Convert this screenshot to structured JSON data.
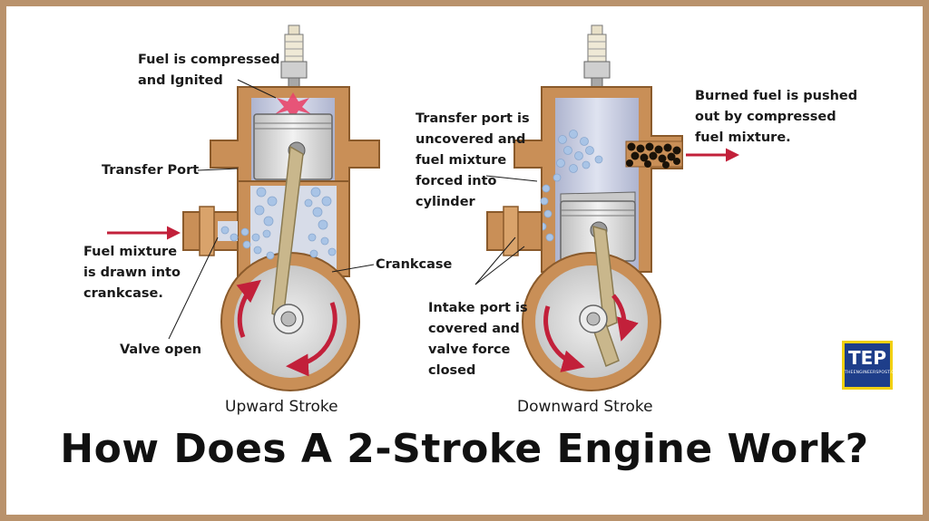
{
  "title": "How Does A 2-Stroke Engine Work?",
  "logo": {
    "mark": "TEP",
    "site": "THEENGINEERSPOST.COM"
  },
  "upward": {
    "caption": "Upward Stroke",
    "labels": {
      "compressed": [
        "Fuel is compressed",
        "and Ignited"
      ],
      "transfer": [
        "Transfer Port"
      ],
      "mixture": [
        "Fuel mixture",
        "is drawn into",
        "crankcase."
      ],
      "valve": [
        "Valve open"
      ],
      "crankcase": [
        "Crankcase"
      ]
    }
  },
  "downward": {
    "caption": "Downward Stroke",
    "labels": {
      "burned": [
        "Burned fuel is pushed",
        "out by compressed",
        "fuel mixture."
      ],
      "transfer": [
        "Transfer port is",
        "uncovered and",
        "fuel mixture",
        "forced into",
        "cylinder"
      ],
      "intake": [
        "Intake port is",
        "covered and",
        "valve force",
        "closed"
      ]
    }
  },
  "colors": {
    "frame": "#b9926c",
    "casing": "#c98f57",
    "casing_dark": "#8a5a2b",
    "cylinder": "#c6cbe0",
    "piston": "#d9d9d9",
    "rod": "#c9b78c",
    "arrow": "#c2203a",
    "bubble": "#a9c4e6",
    "exhaust": "#1a1208"
  }
}
